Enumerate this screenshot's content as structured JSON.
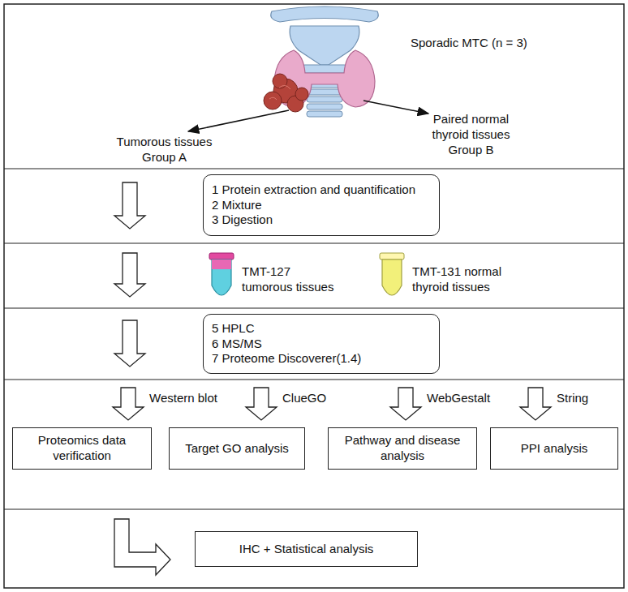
{
  "diagram": {
    "nodes": [
      {
        "text": [
          "1 Protein extraction and quantification",
          "2 Mixture",
          "3 Digestion"
        ]
      },
      {
        "text": [
          "5 HPLC",
          "6 MS/MS",
          "7 Proteome Discoverer(1.4)"
        ]
      },
      {
        "text": [
          "Proteomics data verification"
        ]
      },
      {
        "text": [
          "Target GO analysis"
        ]
      },
      {
        "text": [
          "Pathway and disease analysis"
        ]
      },
      {
        "text": [
          "PPI analysis"
        ]
      },
      {
        "text": [
          "IHC + Statistical analysis"
        ]
      }
    ],
    "labels": [
      "Sporadic MTC (n = 3)",
      "Tumorous tissues Group A",
      "Paired normal thyroid tissues Group B",
      "TMT-127 tumorous tissues",
      "TMT-131 normal thyroid tissues",
      "Western blot",
      "ClueGO",
      "WebGestalt",
      "String"
    ]
  }
}
